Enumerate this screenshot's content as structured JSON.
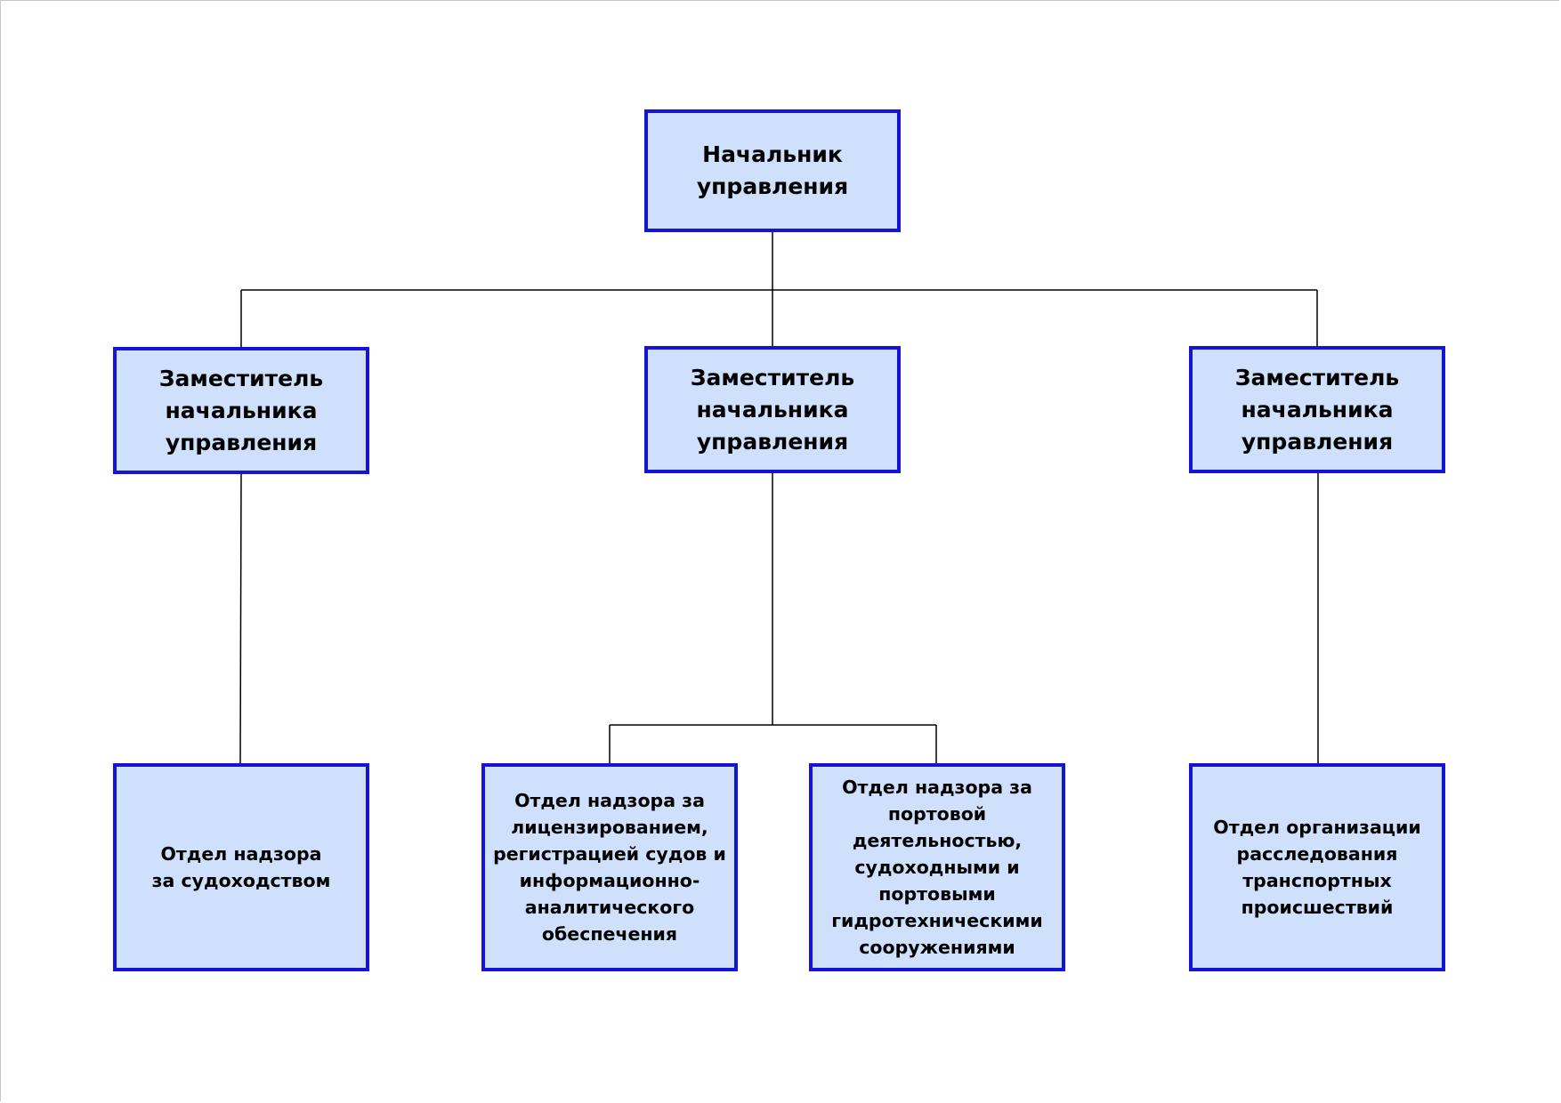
{
  "diagram": {
    "type": "org-chart",
    "colors": {
      "box_border": "#1414d8",
      "box_fill": "#cfe0fd",
      "connector": "#000000"
    },
    "head": {
      "label": "Начальник\nуправления"
    },
    "deputies": [
      {
        "label": "Заместитель\nначальника\nуправления"
      },
      {
        "label": "Заместитель\nначальника\nуправления"
      },
      {
        "label": "Заместитель\nначальника\nуправления"
      }
    ],
    "divisions": [
      {
        "label": "Отдел надзора\nза судоходством",
        "reports_to": 0
      },
      {
        "label": "Отдел надзора за\nлицензированием,\nрегистрацией судов и\nинформационно-\nаналитического\nобеспечения",
        "reports_to": 1
      },
      {
        "label": "Отдел надзора за\nпортовой\nдеятельностью,\nсудоходными и\nпортовыми\nгидротехническими\nсооружениями",
        "reports_to": 1
      },
      {
        "label": "Отдел организации\nрасследования\nтранспортных\nпроисшествий",
        "reports_to": 2
      }
    ]
  }
}
